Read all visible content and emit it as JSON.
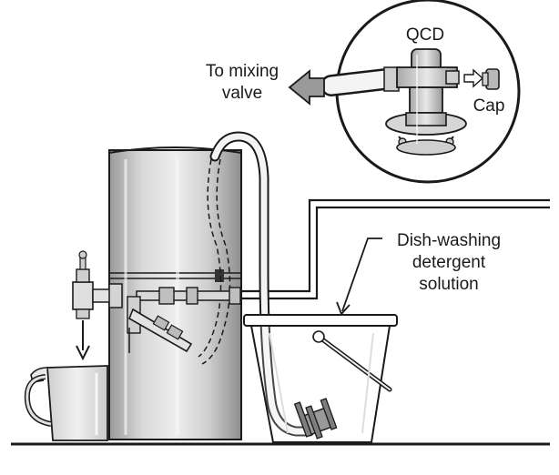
{
  "labels": {
    "qcd": "QCD",
    "cap": "Cap",
    "to_mixing_line1": "To mixing",
    "to_mixing_line2": "valve",
    "dish_line1": "Dish-washing",
    "dish_line2": "detergent",
    "dish_line3": "solution"
  },
  "colors": {
    "outline": "#1a1a1a",
    "tank_light": "#e6e6e6",
    "tank_dark": "#8c8c8c",
    "tube_fill": "#f4f4f4",
    "arrow_fill": "#9a9a9a",
    "background": "#ffffff"
  }
}
